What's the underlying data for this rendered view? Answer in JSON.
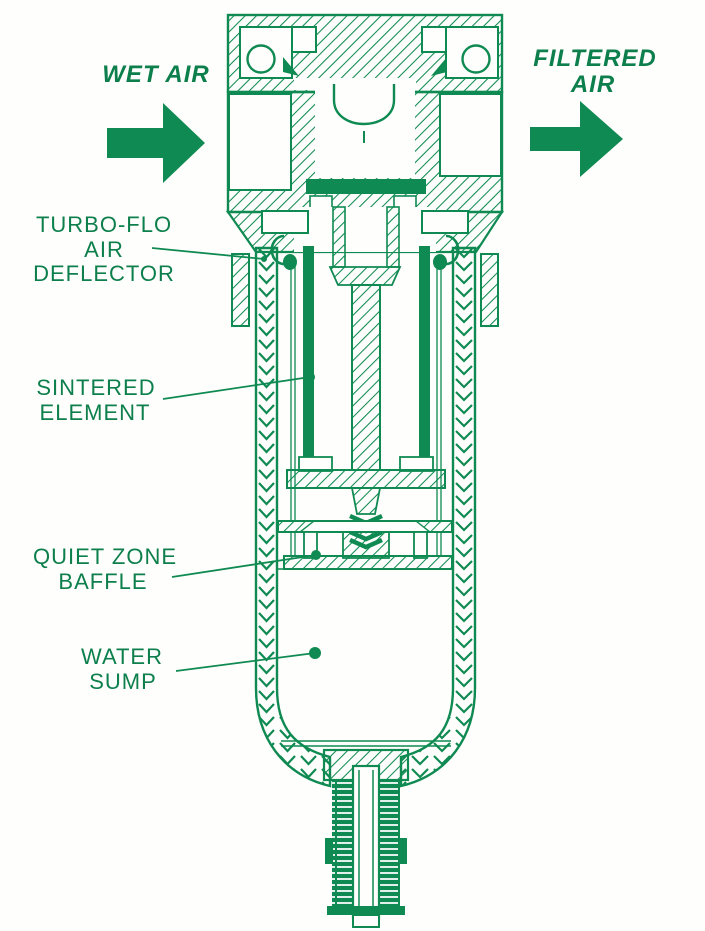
{
  "diagram": {
    "subject": "compressed-air filter cross-section",
    "ink_color": "#0f8a52",
    "background_color": "#fefefc",
    "flow": {
      "inlet_label": "WET AIR",
      "outlet_label_line1": "FILTERED",
      "outlet_label_line2": "AIR"
    },
    "callouts": {
      "deflector": {
        "line1": "TURBO-FLO",
        "line2": "AIR",
        "line3": "DEFLECTOR"
      },
      "element": {
        "line1": "SINTERED",
        "line2": "ELEMENT"
      },
      "baffle": {
        "line1": "QUIET ZONE",
        "line2": "BAFFLE"
      },
      "sump": {
        "line1": "WATER",
        "line2": "SUMP"
      }
    }
  }
}
